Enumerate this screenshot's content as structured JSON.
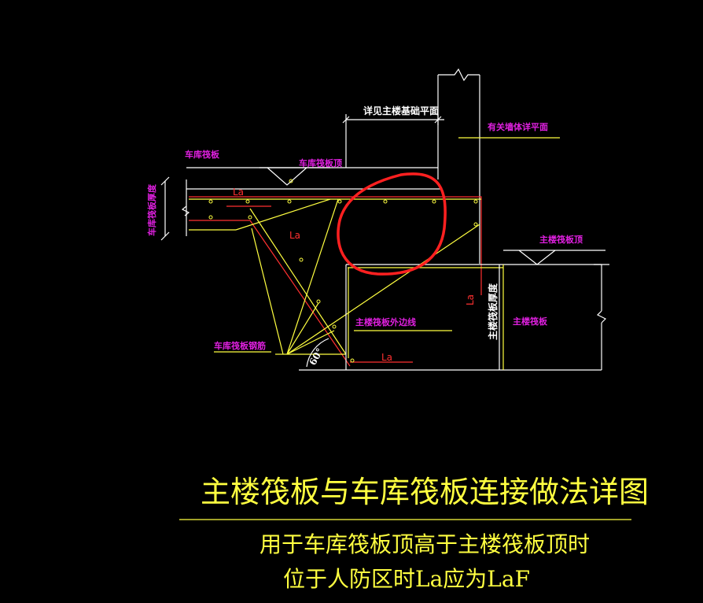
{
  "labels": {
    "see_main_plan": "详见主楼基础平面",
    "wall_plan": "有关墙体详平面",
    "garage_raft": "车库筏板",
    "garage_raft_top": "车库筏板顶",
    "garage_raft_thickness": "车库筏板厚度",
    "main_raft_top": "主楼筏板顶",
    "main_raft_edge": "主楼筏板外边线",
    "main_raft": "主楼筏板",
    "main_raft_thickness": "主楼筏板厚度",
    "garage_raft_rebar": "车库筏板钢筋",
    "la_1": "La",
    "la_2": "La",
    "la_3": "La",
    "la_4": "La",
    "angle": "60°"
  },
  "title": "主楼筏板与车库筏板连接做法详图",
  "subtitle_1": "用于车库筏板顶高于主楼筏板顶时",
  "subtitle_2": "位于人防区时La应为LaF",
  "colors": {
    "yellow": "#ffff40",
    "white": "#ffffff",
    "magenta": "#e020e0",
    "red": "#ff3030",
    "background": "#000000"
  }
}
